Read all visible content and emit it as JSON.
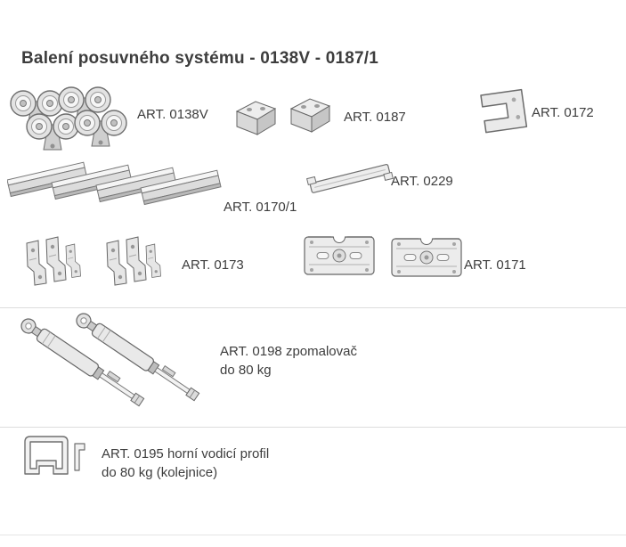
{
  "page": {
    "title": "Balení posuvného systému - 0138V - 0187/1"
  },
  "labels": {
    "art_0138v": "ART. 0138V",
    "art_0187": "ART. 0187",
    "art_0172": "ART. 0172",
    "art_0170_1": "ART. 0170/1",
    "art_0229": "ART. 0229",
    "art_0173": "ART. 0173",
    "art_0171": "ART. 0171",
    "art_0198_line1": "ART. 0198 zpomalovač",
    "art_0198_line2": "do 80 kg",
    "art_0195_line1": "ART. 0195 horní vodicí profil",
    "art_0195_line2": "do 80 kg (kolejnice)"
  },
  "colors": {
    "text": "#3d3d3d",
    "line": "#6b6b6b",
    "divider": "#dcdcdc"
  }
}
